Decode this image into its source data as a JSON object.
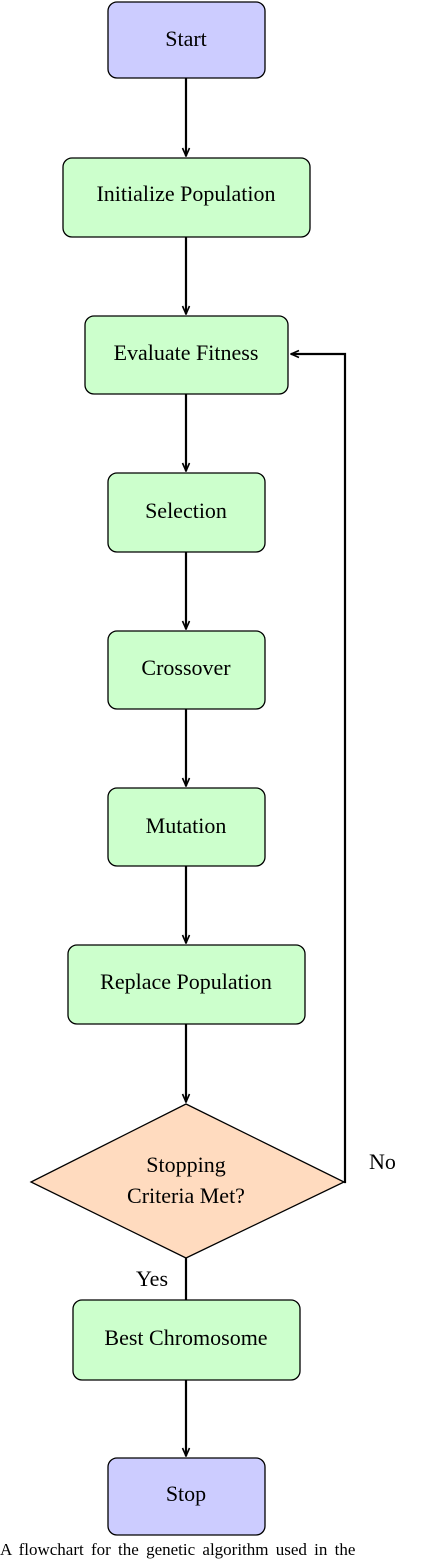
{
  "colors": {
    "terminal_fill": "#ccccff",
    "process_fill": "#ccffcc",
    "decision_fill": "#ffdbbf",
    "stroke": "#000000"
  },
  "nodes": {
    "start": "Start",
    "initialize": "Initialize Population",
    "evaluate": "Evaluate Fitness",
    "selection": "Selection",
    "crossover": "Crossover",
    "mutation": "Mutation",
    "replace": "Replace Population",
    "decision_line1": "Stopping",
    "decision_line2": "Criteria Met?",
    "best": "Best Chromosome",
    "stop": "Stop"
  },
  "edge_labels": {
    "no": "No",
    "yes": "Yes"
  },
  "caption": "A flowchart for the genetic algorithm used in the"
}
